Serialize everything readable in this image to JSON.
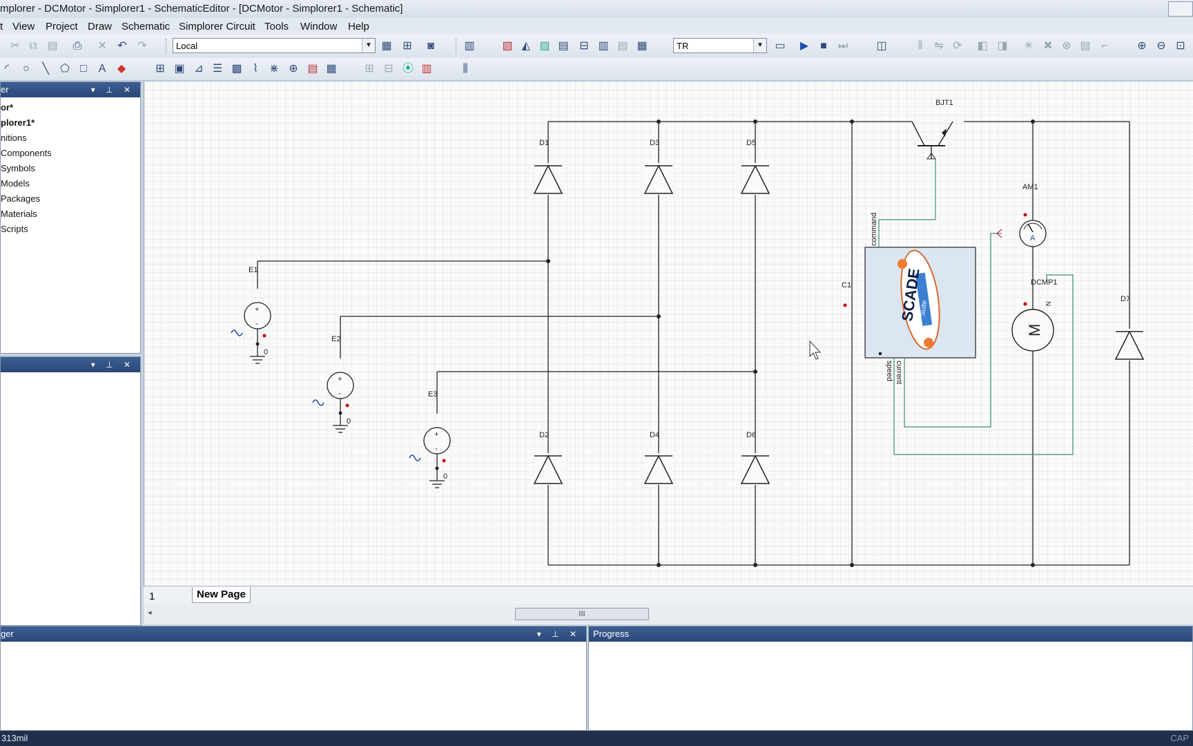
{
  "window": {
    "title": "mplorer - DCMotor - Simplorer1 - SchematicEditor - [DCMotor - Simplorer1 - Schematic]"
  },
  "menu": {
    "items": [
      "t",
      "View",
      "Project",
      "Draw",
      "Schematic",
      "Simplorer Circuit",
      "Tools",
      "Window",
      "Help"
    ]
  },
  "toolbar": {
    "location_combo": "Local",
    "analysis_combo": "TR"
  },
  "project_panel": {
    "title": "er",
    "items": [
      "or*",
      "plorer1*",
      "nitions",
      "Components",
      "Symbols",
      "Models",
      "Packages",
      "Materials",
      "Scripts"
    ]
  },
  "bottom_panels": {
    "left_title": "ger",
    "right_title": "Progress"
  },
  "page_tabs": {
    "page_number": "1",
    "new_page": "New Page",
    "scroll_thumb": "III"
  },
  "schematic": {
    "labels": {
      "bjt": "BJT1",
      "am": "AM1",
      "dcmp": "DCMP1",
      "c1": "C1",
      "d1": "D1",
      "d2": "D2",
      "d3": "D3",
      "d4": "D4",
      "d5": "D5",
      "d6": "D6",
      "d7": "D7",
      "e1": "E1",
      "e2": "E2",
      "e3": "E3",
      "ground": "0",
      "port_command": "command",
      "port_speed": "speed",
      "port_current": "current",
      "scade_logo": "SCADE",
      "scade_suite": "Suite",
      "ammeter_symbol": "A",
      "motor_symbol": "M",
      "motor_pin": "N"
    }
  },
  "status": {
    "coords": "313mil",
    "caps": "CAP"
  }
}
